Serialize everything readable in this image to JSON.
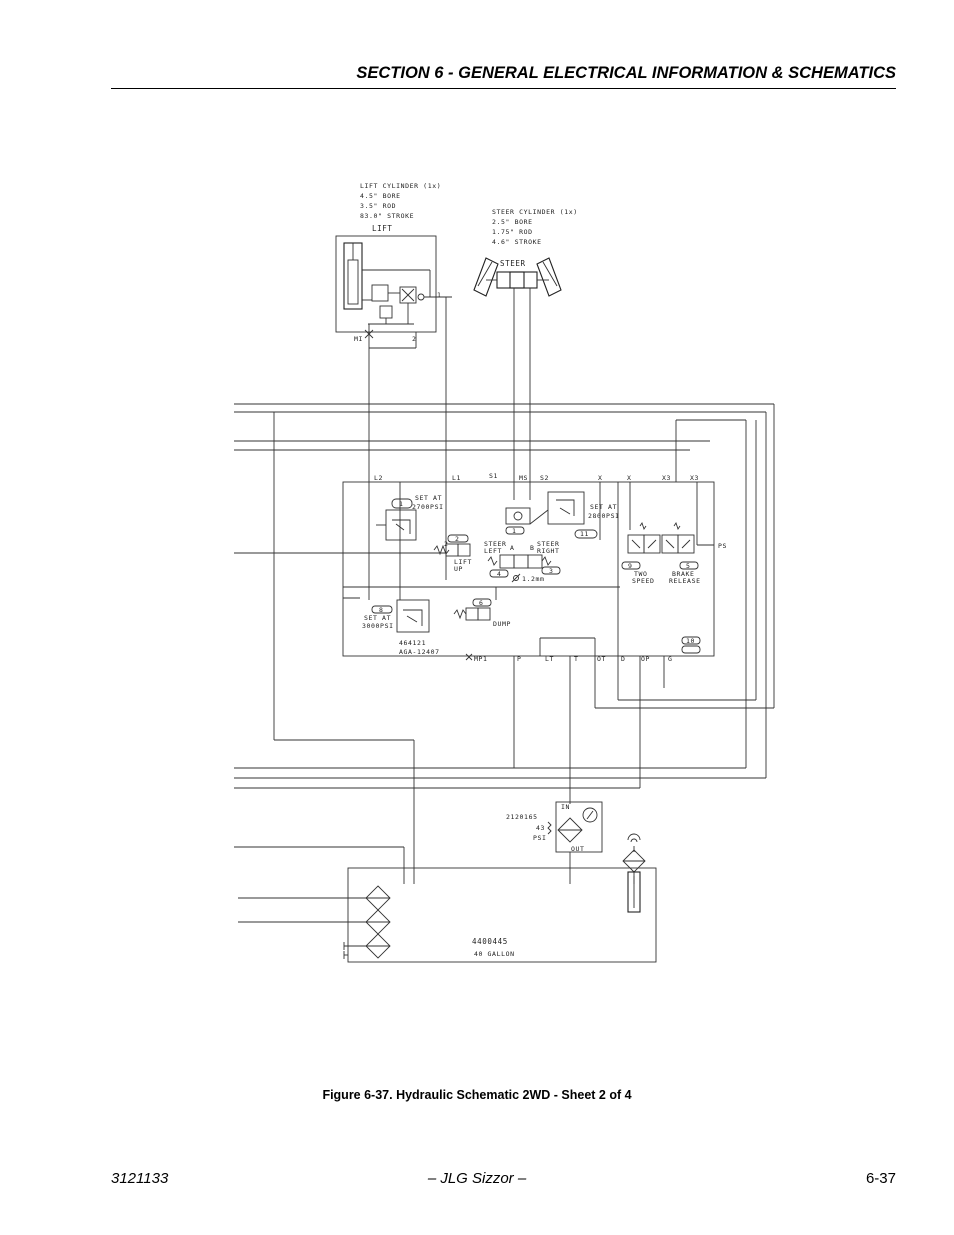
{
  "header": {
    "section_title": "SECTION 6 - GENERAL ELECTRICAL INFORMATION & SCHEMATICS"
  },
  "schematic": {
    "lift_cylinder": {
      "title": "LIFT CYLINDER (1x)",
      "bore": "4.5\" BORE",
      "rod": "3.5\" ROD",
      "stroke": "83.0\" STROKE",
      "label": "LIFT"
    },
    "steer_cylinder": {
      "title": "STEER CYLINDER (1x)",
      "bore": "2.5\" BORE",
      "rod": "1.75\" ROD",
      "stroke": "4.6\" STROKE",
      "label": "STEER"
    },
    "ports": {
      "mi": "MI",
      "port1": "1",
      "port2": "2",
      "l2": "L2",
      "l1": "L1",
      "s1": "S1",
      "ms": "MS",
      "s2": "S2",
      "x_a": "X",
      "x_b": "X",
      "x3_a": "X3",
      "x3_b": "X3",
      "ps": "PS",
      "mp1": "MP1",
      "p": "P",
      "lt": "LT",
      "t": "T",
      "ot": "OT",
      "d": "D",
      "op": "OP",
      "g": "G"
    },
    "relief_1": {
      "num": "1",
      "text1": "SET AT",
      "text2": "2700PSI"
    },
    "relief_2": {
      "num": "11",
      "text1": "SET AT",
      "text2": "2800PSI"
    },
    "relief_3": {
      "num": "8",
      "text1": "SET AT",
      "text2": "3000PSI"
    },
    "lift_valve": {
      "num": "2",
      "label1": "LIFT",
      "label2": "UP",
      "port": "2"
    },
    "steer_valve": {
      "left1": "STEER",
      "left2": "LEFT",
      "right1": "STEER",
      "right2": "RIGHT",
      "num_a": "1",
      "num_b": "4",
      "num_c": "3",
      "orifice": "1.2mm",
      "port_a": "A",
      "port_b": "B"
    },
    "dump_valve": {
      "num": "6",
      "label": "DUMP"
    },
    "two_speed": {
      "num": "9",
      "label1": "TWO",
      "label2": "SPEED"
    },
    "brake_release": {
      "num": "5",
      "label1": "BRAKE",
      "label2": "RELEASE"
    },
    "manifold": {
      "part1": "464121",
      "part2": "AGA-12407",
      "num": "10"
    },
    "filter": {
      "part": "2120165",
      "psi1": "43",
      "psi2": "PSI",
      "in": "IN",
      "out": "OUT"
    },
    "tank": {
      "part": "4400445",
      "capacity": "40 GALLON"
    }
  },
  "caption": "Figure 6-37.  Hydraulic Schematic 2WD - Sheet 2 of 4",
  "footer": {
    "doc_number": "3121133",
    "product": "– JLG Sizzor –",
    "page": "6-37"
  }
}
